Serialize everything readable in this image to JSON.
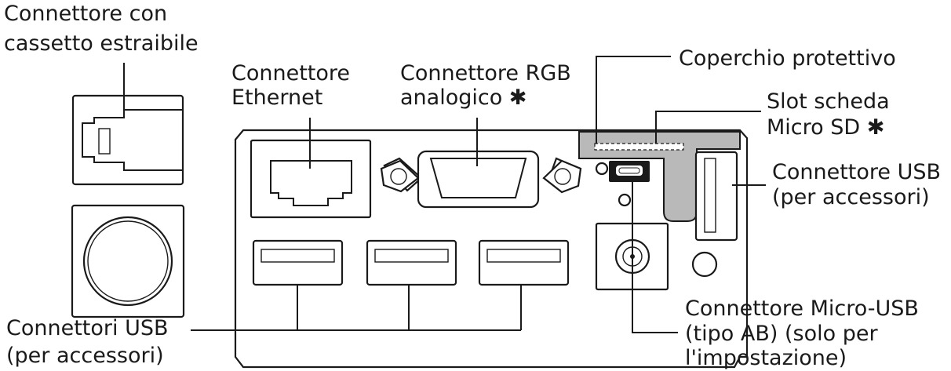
{
  "labels": {
    "drawer_1": "Connettore con",
    "drawer_2": "cassetto estraibile",
    "ethernet_1": "Connettore",
    "ethernet_2": "Ethernet",
    "rgb_1": "Connettore RGB",
    "rgb_2": "analogico ✱",
    "cover": "Coperchio protettivo",
    "sd_1": "Slot scheda",
    "sd_2": "Micro SD ✱",
    "usb_right_1": "Connettore USB",
    "usb_right_2": "(per accessori)",
    "usb_bottom_1": "Connettori USB",
    "usb_bottom_2": "(per accessori)",
    "micro_1": "Connettore Micro-USB",
    "micro_2": "(tipo AB) (solo per",
    "micro_3": "l'impostazione)"
  },
  "colors": {
    "line": "#1a1a1a",
    "cover_fill": "#b9b9b9",
    "background": "#ffffff"
  }
}
